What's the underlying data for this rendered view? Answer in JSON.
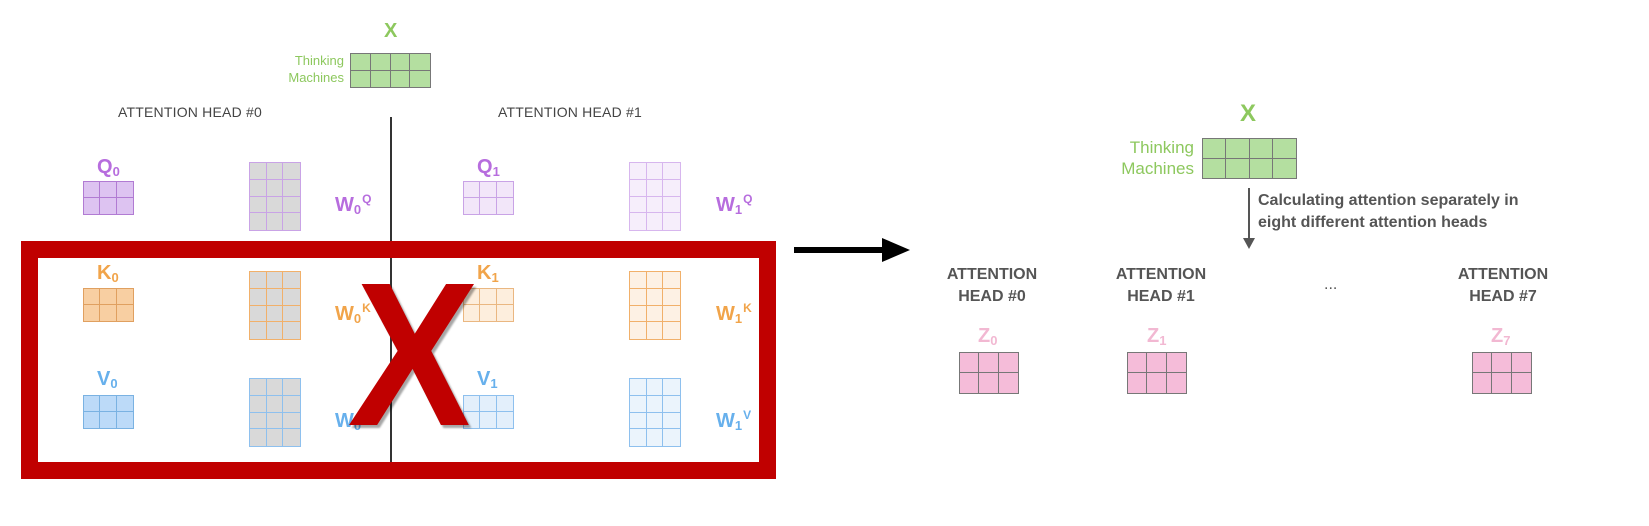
{
  "left": {
    "x_label": "X",
    "input_words": [
      "Thinking",
      "Machines"
    ],
    "heads": [
      {
        "title": "ATTENTION HEAD #0",
        "index": "0"
      },
      {
        "title": "ATTENTION HEAD #1",
        "index": "1"
      }
    ],
    "q_letter": "Q",
    "k_letter": "K",
    "v_letter": "V",
    "w_letter": "W",
    "cross_mark": "X"
  },
  "right": {
    "x_label": "X",
    "input_words": [
      "Thinking",
      "Machines"
    ],
    "note_lines": [
      "Calculating attention separately in",
      "eight different attention heads"
    ],
    "heads": [
      {
        "line1": "ATTENTION",
        "line2": "HEAD #0",
        "z": "Z",
        "index": "0"
      },
      {
        "line1": "ATTENTION",
        "line2": "HEAD #1",
        "z": "Z",
        "index": "1"
      },
      {
        "line1": "ATTENTION",
        "line2": "HEAD #7",
        "z": "Z",
        "index": "7"
      }
    ],
    "ellipsis": "..."
  },
  "colors": {
    "green": "#8dc85e",
    "green_fill": "#b4dfa0",
    "purple": "#b76dde",
    "purple_fill": "#ddc3f1",
    "purple_light": "#f2e6f9",
    "orange": "#f1a44a",
    "orange_fill": "#f8cfa2",
    "orange_light": "#fdeedd",
    "blue": "#67b0ec",
    "blue_fill": "#bcdaf8",
    "blue_light": "#e3effb",
    "gray_fill": "#d9d9d9",
    "pink": "#f2b8d2",
    "pink_fill": "#f5bcd9",
    "red": "#c00000",
    "black": "#000000"
  }
}
